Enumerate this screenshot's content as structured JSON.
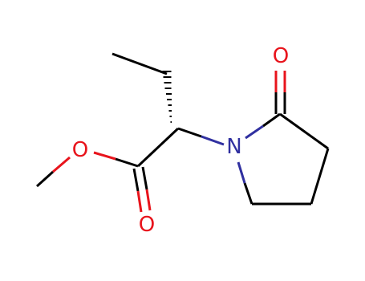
{
  "colors": {
    "carbon": "#000000",
    "oxygen": "#e8141c",
    "nitrogen": "#3030a0",
    "background": "#ffffff"
  },
  "atoms": [
    {
      "id": "O_ketone",
      "element": "O",
      "label": "O"
    },
    {
      "id": "N_ring",
      "element": "N",
      "label": "N"
    },
    {
      "id": "O_ester",
      "element": "O",
      "label": "O"
    },
    {
      "id": "O_carbonyl",
      "element": "O",
      "label": "O"
    }
  ]
}
